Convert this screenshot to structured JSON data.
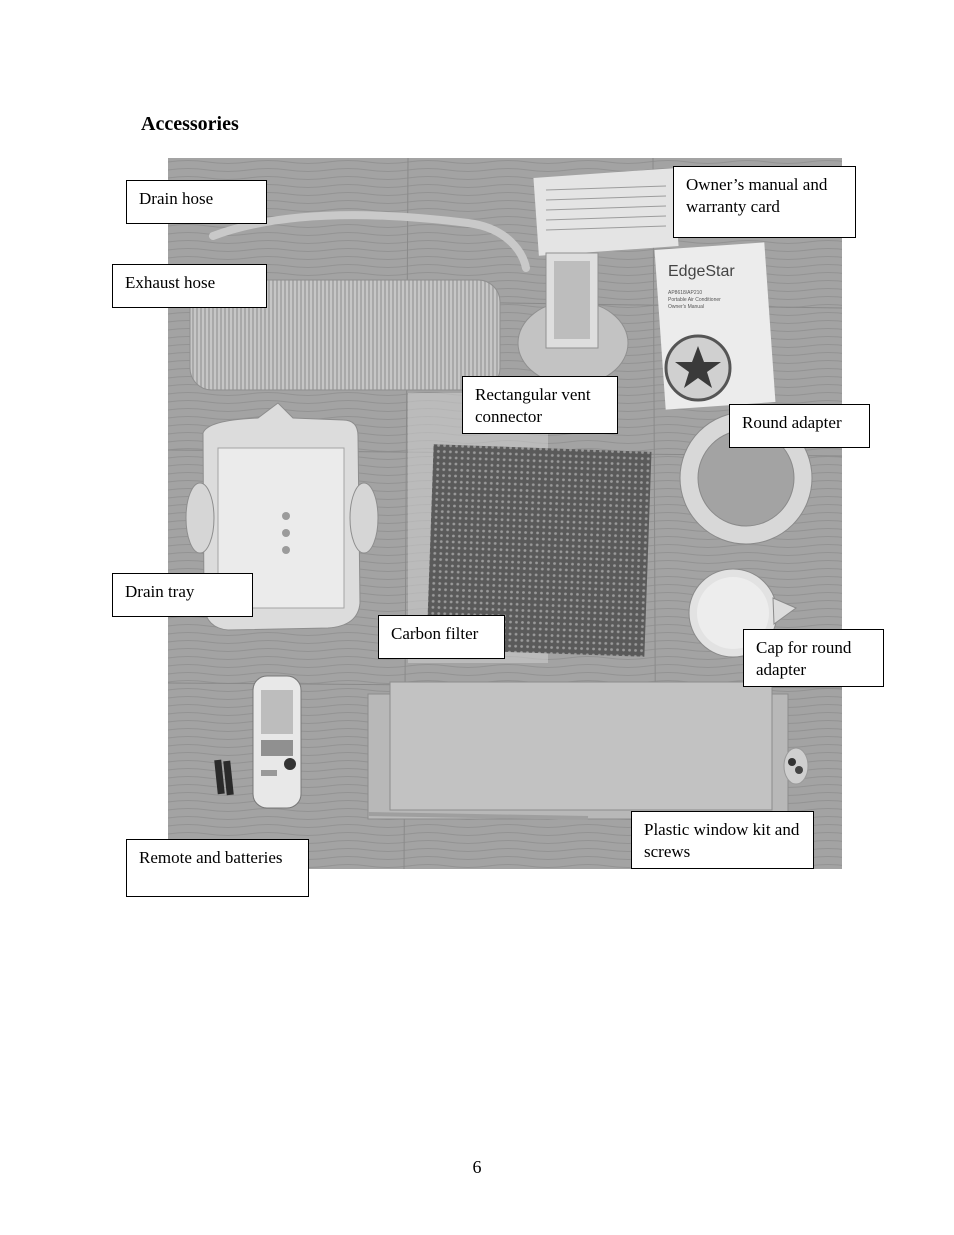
{
  "page": {
    "heading": "Accessories",
    "page_number": "6"
  },
  "photo": {
    "logo_text": "EdgeStar",
    "manual_model": "AP8618/AP210",
    "manual_product": "Portable Air Conditioner",
    "manual_subtitle": "Owner's Manual"
  },
  "callouts": {
    "drain_hose": "Drain hose",
    "exhaust_hose": "Exhaust hose",
    "owners_manual": "Owner’s manual and warranty card",
    "rect_vent": "Rectangular vent connector",
    "round_adapter": "Round adapter",
    "drain_tray": "Drain tray",
    "carbon_filter": "Carbon filter",
    "cap_round_adapter": "Cap for round adapter",
    "remote_batteries": "Remote and batteries",
    "window_kit": "Plastic window kit and screws"
  }
}
